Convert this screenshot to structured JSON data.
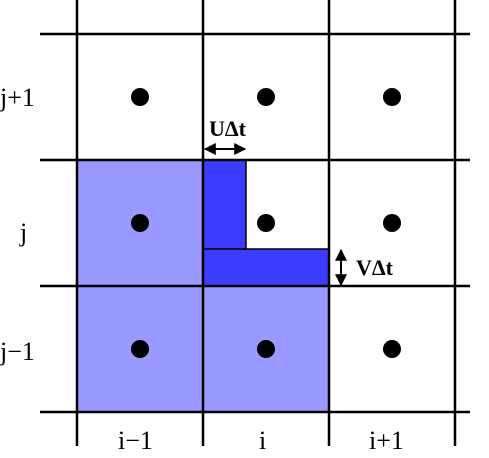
{
  "rows": [
    "j+1",
    "j",
    "j−1"
  ],
  "cols": [
    "i−1",
    "i",
    "i+1"
  ],
  "arrows": {
    "u": "UΔt",
    "v": "VΔt"
  },
  "colors": {
    "shaded": "#9999ff",
    "flux": "#3c3cff",
    "grid": "#000000",
    "node": "#000000"
  }
}
